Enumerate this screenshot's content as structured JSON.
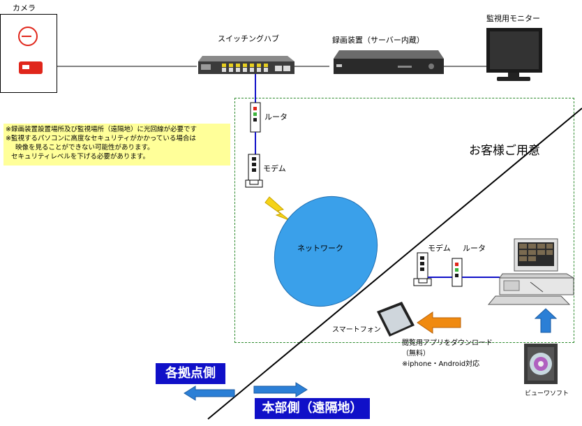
{
  "labels": {
    "camera": "カメラ",
    "switching_hub": "スイッチングハブ",
    "recorder": "録画装置（サーバー内蔵）",
    "monitor": "監視用モニター",
    "router_top": "ルータ",
    "modem_top": "モデム",
    "customer": "お客様ご用意",
    "network": "ネットワーク",
    "modem_bottom": "モデム",
    "router_bottom": "ルータ",
    "smartphone": "スマートフォン",
    "download_line1": "閲覧用アプリをダウンロード",
    "download_line2": "（無料）",
    "download_line3": "※iphone・Android対応",
    "viewer_software": "ビューワソフト"
  },
  "note": {
    "line1": "※録画装置設置場所及び監視場所（遠隔地）に光回線が必要です",
    "line2": "※監視するパソコンに高度なセキュリティがかかっている場合は",
    "line3": "映像を見ることができない可能性があります。",
    "line4": "セキュリティレベルを下げる必要があります。"
  },
  "sides": {
    "branch": "各拠点側",
    "hq": "本部側（遠隔地）"
  },
  "colors": {
    "link_blue": "#1010c8",
    "note_bg": "#ffff99",
    "cloud": "#3aa0ea",
    "arrow_orange": "#f08a10",
    "camera_red": "#e0261b",
    "dashed_green": "#2d8a2d"
  }
}
